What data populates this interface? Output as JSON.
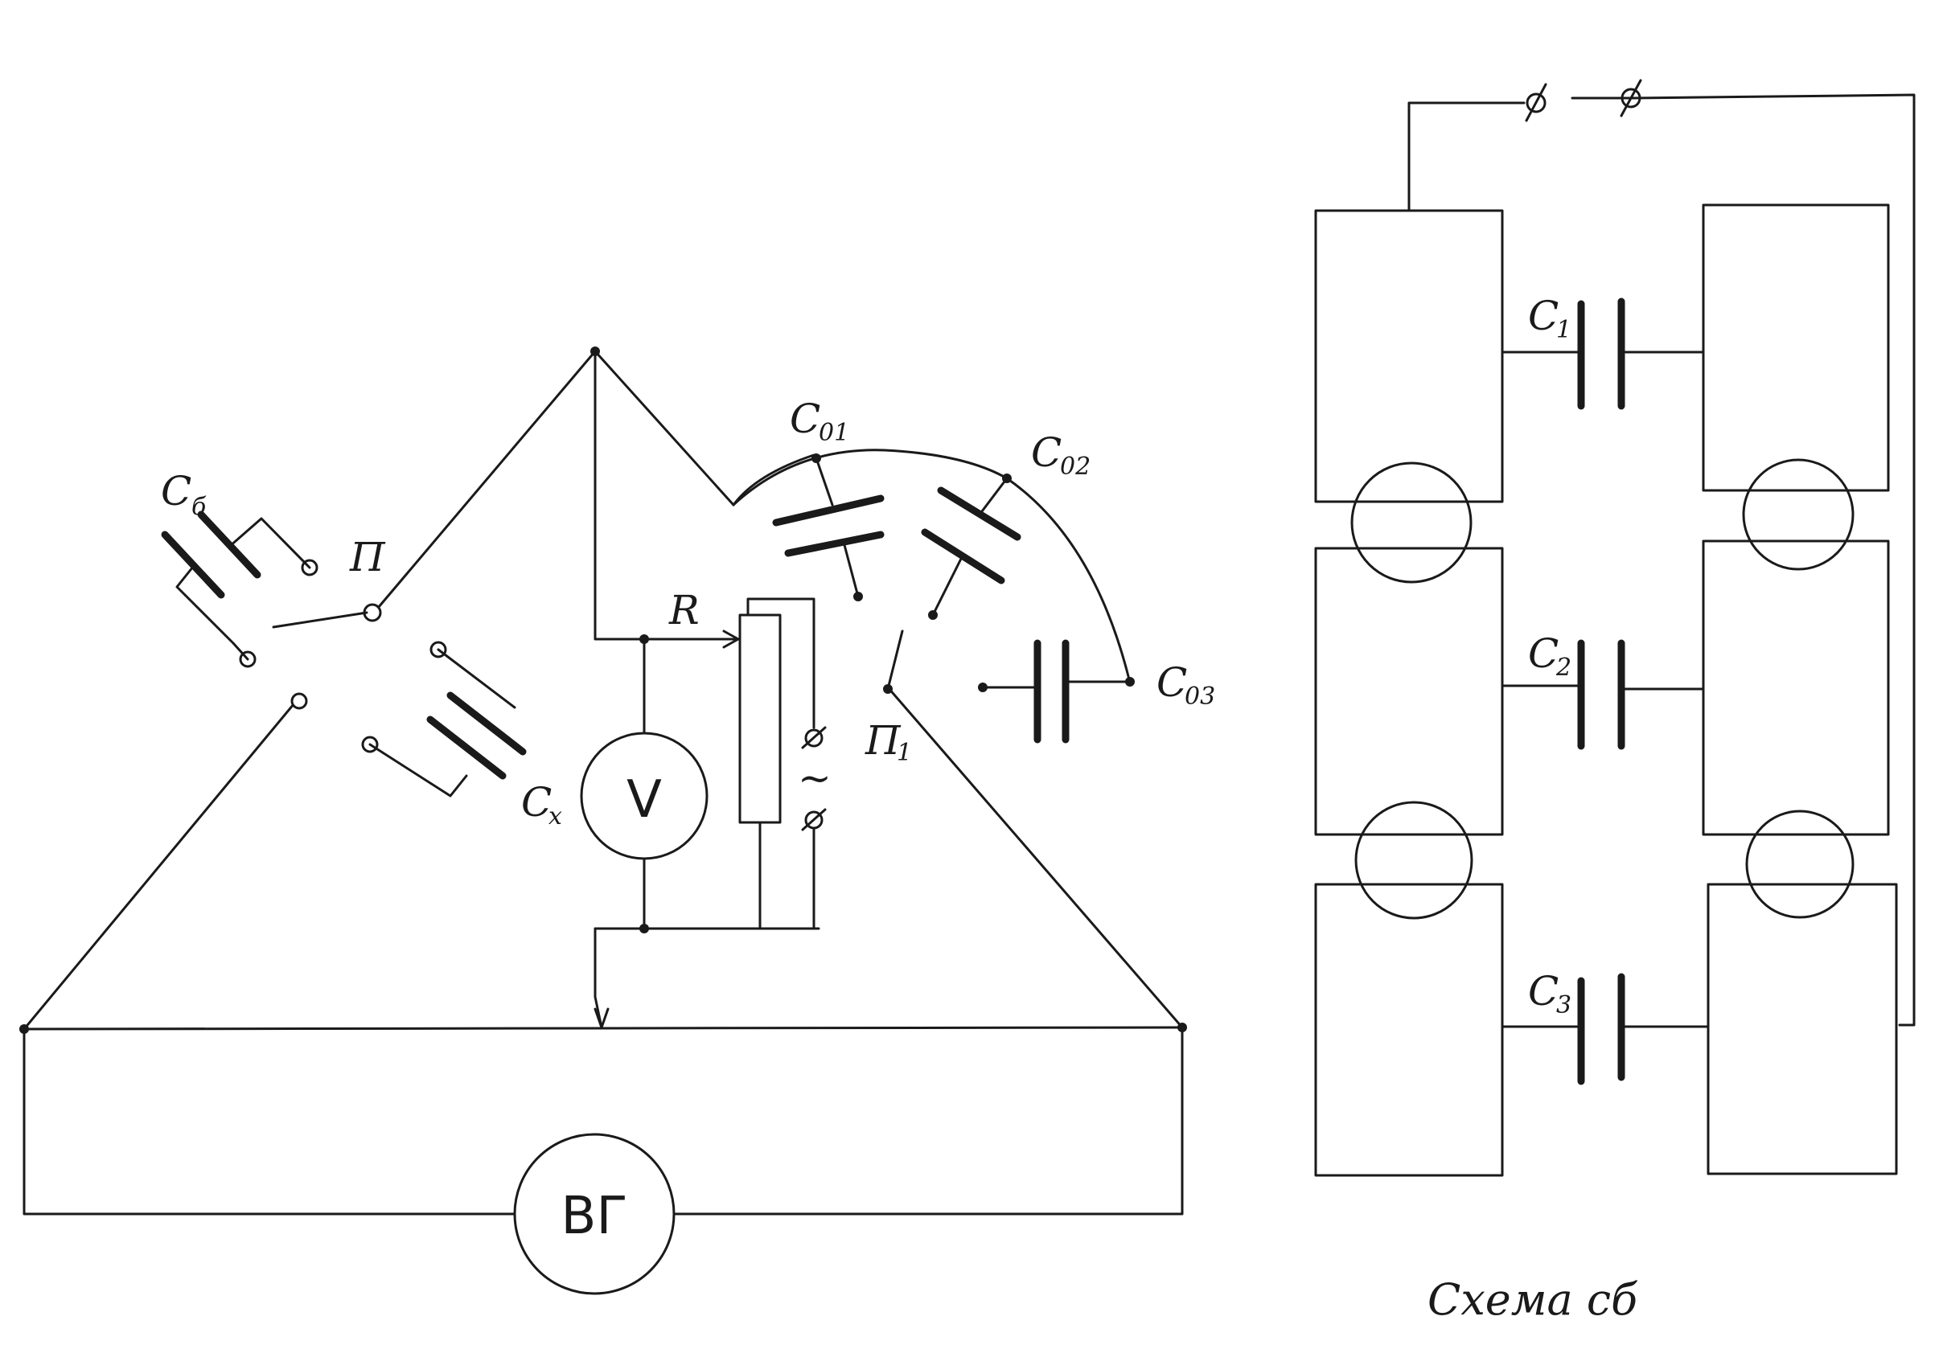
{
  "bridge": {
    "generator_label": "ВГ",
    "voltmeter_label": "V",
    "resistor_label": "R",
    "switch_p_label": "П",
    "switch_p1_label": "П",
    "switch_p1_sub": "1",
    "cb_main": "C",
    "cb_sub": "б",
    "cx_main": "C",
    "cx_sub": "x",
    "c01_main": "C",
    "c01_sub": "01",
    "c02_main": "C",
    "c02_sub": "02",
    "c03_main": "C",
    "c03_sub": "03",
    "ac_terminal_symbol": "~"
  },
  "cb_scheme": {
    "title": "Схема сб",
    "c1_main": "C",
    "c1_sub": "1",
    "c2_main": "C",
    "c2_sub": "2",
    "c3_main": "C",
    "c3_sub": "3"
  }
}
